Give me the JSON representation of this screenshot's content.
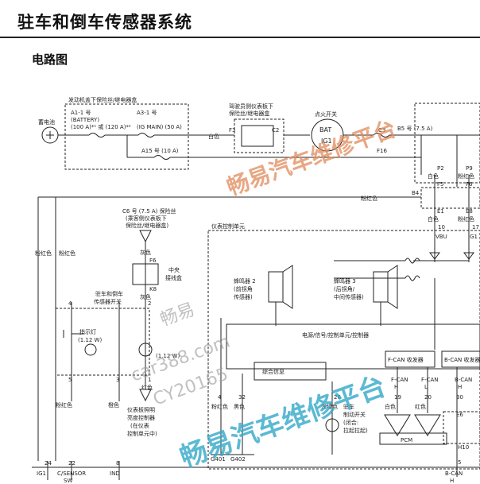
{
  "title": "驻车和倒车传感器系统",
  "subtitle": "电路图",
  "labels": {
    "engine_box": "发动机盖下保险丝/继电器盒",
    "a11": "A1-1 号",
    "battery_rating": "(BATTERY)",
    "a11_rating": "(100 A)*¹ 或 (120 A)*²",
    "a31": "A3-1 号",
    "ig_main": "(IG MAIN) (50 A)",
    "a15": "A15 号 (10 A)",
    "battery": "蓄电池",
    "white": "白色",
    "pink": "粉红色",
    "driver_box_1": "驾驶员侧仪表板下",
    "driver_box_2": "保险丝/继电器盒",
    "f3": "F3",
    "c2": "C2",
    "ign_switch": "点火开关",
    "bat": "BAT",
    "ig1": "IG1",
    "c3": "C3",
    "b5": "B5 号 (7.5 A)",
    "f16": "F16",
    "p2": "P2",
    "p9": "P9",
    "white2": "白色",
    "pink2": "粉红色",
    "f5": "F5",
    "f6": "F6",
    "b4": "B4",
    "e1": "E1",
    "e8": "E8",
    "white3": "白色",
    "pink3": "粉红色",
    "c6_1": "C6 号 (7.5 A) 保险丝",
    "c6_2": "(乘客侧仪表板下",
    "c6_3": "保险丝/继电器盒)",
    "gray": "灰色",
    "f6b": "F6",
    "junction_1": "中央",
    "junction_2": "接线盒",
    "k8": "K8",
    "gray2": "灰色",
    "gauge_unit": "仪表控制单元",
    "vbu": "VBU",
    "ig1b": "IG1",
    "n10": "10",
    "n17": "17",
    "buzzer2_1": "蜂鸣器 2",
    "buzzer2_2": "(前拐角",
    "buzzer2_3": "传感器)",
    "buzzer3_1": "蜂鸣器 3",
    "buzzer3_2": "(后拐角/",
    "buzzer3_3": "中间传感器)",
    "pink_l": "粉红色",
    "pink_l2": "粉红色",
    "switch_1": "驻车和倒车",
    "switch_2": "传感器开关",
    "n4": "4",
    "n2": "2",
    "indicator_1": "指示灯",
    "indicator_2": "(1.12 W)",
    "lamp_w": "(1.12 W)",
    "mcu": "电源/信号/控制单元/控制器",
    "fcan": "F-CAN 收发器",
    "bcan": "B-CAN 收发器",
    "combo": "综合信息",
    "n5": "5",
    "n3": "3",
    "n1": "1",
    "red": "红色",
    "fcan_h": "F-CAN",
    "h": "H",
    "fcan_l": "F-CAN",
    "l": "L",
    "bcan_h": "B-CAN",
    "h2": "H",
    "pinkred": "粉红色",
    "orange": "橙色",
    "dimmer_1": "仪表板照明",
    "dimmer_2": "亮度控制器",
    "dimmer_3": "(在仪表",
    "dimmer_4": "控制单元中)",
    "n4b": "4",
    "n32": "32",
    "n26": "26",
    "n19": "19",
    "n20": "20",
    "n30": "30",
    "pink4": "粉红色",
    "black": "黑色",
    "lightgreen": "浅绿色",
    "white4": "白色",
    "red2": "红色",
    "parking_1": "驻车",
    "parking_2": "制动开关",
    "parking_3": "(闭合:",
    "parking_4": "拉起拉起)",
    "pcm": "PCM",
    "e6": "E6",
    "h10": "H10",
    "n5b": "5",
    "g401": "G401",
    "g402": "G402",
    "n24": "24",
    "n22": "22",
    "n8": "8",
    "pin_ig1": "IG1",
    "pin_csensor_1": "C/SENSOR",
    "pin_csensor_2": "SW",
    "pin_ind": "IND",
    "pin_bcan_1": "B-CAN",
    "pin_bcan_2": "H"
  },
  "watermarks": {
    "w1": "畅易汽车维修平台",
    "w2": "畅易汽车维修平台",
    "w3": "畅易",
    "w4": "car388.com",
    "w5": "CY20165"
  }
}
